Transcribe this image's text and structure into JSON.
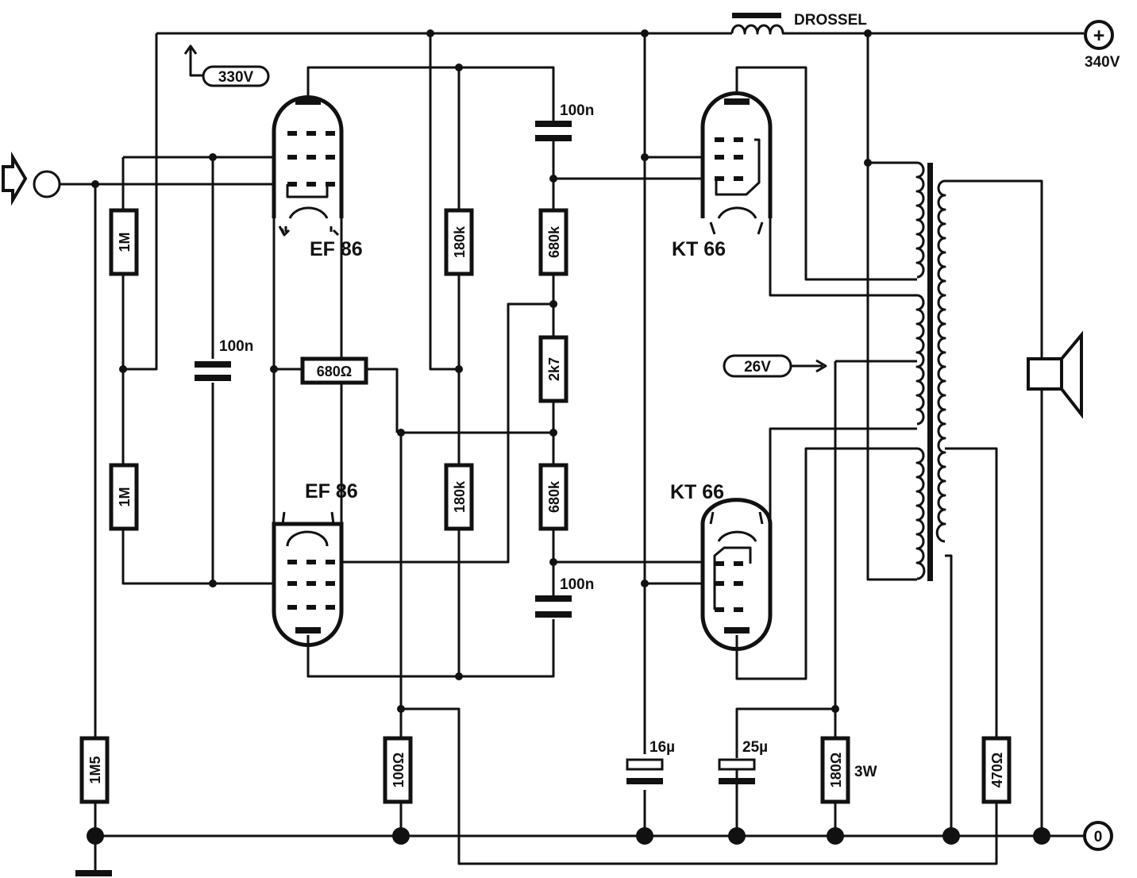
{
  "labels": {
    "choke": "DROSSEL",
    "supply_voltage": "340V",
    "supply_terminal": "+",
    "ground_terminal": "0",
    "tap_voltage": "330V",
    "heater_voltage": "26V",
    "tube_v1": "EF 86",
    "tube_v2": "EF 86",
    "tube_v3": "KT 66",
    "tube_v4": "KT 66",
    "c_input": "100n",
    "c_coupling_top": "100n",
    "c_coupling_bottom": "100n",
    "c_16": "16µ",
    "c_25": "25µ",
    "r_grid_top": "1M",
    "r_grid_bottom": "1M",
    "r_input": "1M5",
    "r_cathode": "680Ω",
    "r_100": "100Ω",
    "r_plate_top": "180k",
    "r_plate_bottom": "180k",
    "r_680k_top": "680k",
    "r_680k_bottom": "680k",
    "r_2k7": "2k7",
    "r_180": "180Ω",
    "r_180_power": "3W",
    "r_470": "470Ω"
  }
}
